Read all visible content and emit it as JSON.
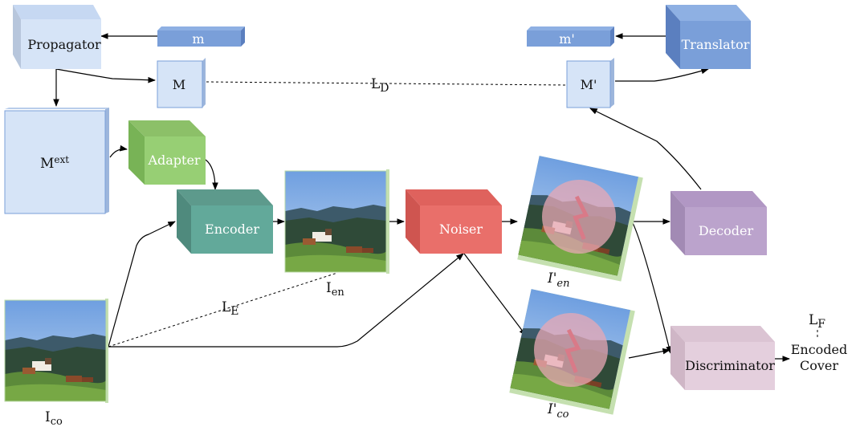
{
  "nodes": {
    "propagator": "Propagator",
    "m": "m",
    "M": "M",
    "m_prime": "m'",
    "M_prime": "M'",
    "translator": "Translator",
    "M_ext_base": "M",
    "M_ext_sup": "ext",
    "adapter": "Adapter",
    "encoder": "Encoder",
    "noiser": "Noiser",
    "decoder": "Decoder",
    "discriminator": "Discriminator",
    "encoded_cover_line1": "Encoded",
    "encoded_cover_line2": "Cover"
  },
  "labels": {
    "LD_base": "L",
    "LD_sub": "D",
    "LE_base": "L",
    "LE_sub": "E",
    "LF_base": "L",
    "LF_sub": "F",
    "Ien_base": "I",
    "Ien_sub": "en",
    "Ico_base": "I",
    "Ico_sub": "co",
    "Ipen_base": "I'",
    "Ipen_sub": "en",
    "Ipco_base": "I'",
    "Ipco_sub": "co"
  },
  "colors": {
    "light_blue": "#d6e4f7",
    "steel_blue": "#7a9fd9",
    "green": "#97cf74",
    "teal": "#62a99a",
    "red": "#e96f6a",
    "purple": "#bba3cc",
    "pink": "#e4cfdd"
  }
}
